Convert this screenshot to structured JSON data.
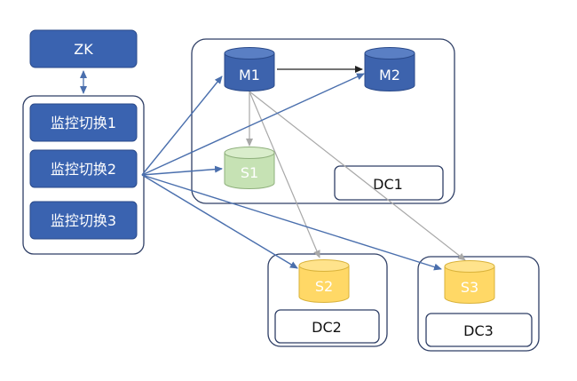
{
  "zk": {
    "label": "ZK"
  },
  "monitors": [
    {
      "label": "监控切换1"
    },
    {
      "label": "监控切换2"
    },
    {
      "label": "监控切换3"
    }
  ],
  "nodes": {
    "m1": {
      "label": "M1",
      "color": "#3d63ad"
    },
    "m2": {
      "label": "M2",
      "color": "#3d63ad"
    },
    "s1": {
      "label": "S1",
      "color": "#c6e2b4"
    },
    "s2": {
      "label": "S2",
      "color": "#ffd866"
    },
    "s3": {
      "label": "S3",
      "color": "#ffd866"
    }
  },
  "dcs": {
    "dc1": {
      "label": "DC1"
    },
    "dc2": {
      "label": "DC2"
    },
    "dc3": {
      "label": "DC3"
    }
  },
  "colors": {
    "blue_box": "#3a63b0",
    "arrow_blue": "#4a6fad",
    "arrow_gray": "#a8a8a8",
    "border": "#2f3f66"
  }
}
